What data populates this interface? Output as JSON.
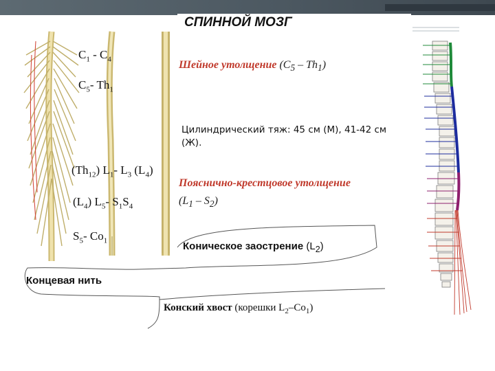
{
  "slide": {
    "title": "СПИННОЙ МОЗГ"
  },
  "segments": {
    "c1_c4": "C",
    "c1_sub": "1",
    "c1_dash": " - C",
    "c4_sub": "4",
    "c5_th1": "C",
    "c5_sub": "5",
    "c5_dash": "- Th",
    "th1_sub": "1",
    "th12_l4_a": "(Th",
    "th12_sub": "12",
    "th12_l4_b": ") L",
    "l1_sub": "1",
    "th12_l4_c": "- L",
    "l3_sub": "3",
    "th12_l4_d": " (L",
    "l4_sub": "4",
    "th12_l4_e": ")",
    "l4_s4_a": "(L",
    "l4_s4_sub1": "4",
    "l4_s4_b": ") L",
    "l4_s4_sub2": "5",
    "l4_s4_c": "- S",
    "l4_s4_sub3": "1",
    "l4_s4_d": "S",
    "l4_s4_sub4": "4",
    "s5_co1_a": "S",
    "s5_sub": "5",
    "s5_co1_b": "- Co",
    "co1_sub": "1"
  },
  "annotations": {
    "cervical_label": "Шейное утолщение",
    "cervical_range_a": "(C",
    "cervical_range_sub1": "5",
    "cervical_range_b": " – Th",
    "cervical_range_sub2": "1",
    "cervical_range_c": ")",
    "cord_desc": "Цилиндрический тяж: 45 см (М), 41-42 см (Ж).",
    "lumbosacral_label": "Пояснично-крестцовое утолщение",
    "lumbosacral_range_a": "(L",
    "lumbosacral_range_sub1": "1",
    "lumbosacral_range_b": " – S",
    "lumbosacral_range_sub2": "2",
    "lumbosacral_range_c": ")",
    "conus_label": "Коническое заострение",
    "conus_range_a": "(L",
    "conus_range_sub": "2",
    "conus_range_b": ")",
    "filum_label": "Концевая нить",
    "cauda_label": "Конский хвост",
    "cauda_range_a": "(корешки L",
    "cauda_range_sub1": "2",
    "cauda_range_b": "–Co",
    "cauda_range_sub2": "1",
    "cauda_range_c": ")"
  },
  "colors": {
    "accent_red": "#c0392b",
    "cervical_green": "#1f8a3a",
    "thoracic_blue": "#1d2c9e",
    "lumbar_magenta": "#8e1f6e",
    "tissue": "#e9d8a0"
  }
}
